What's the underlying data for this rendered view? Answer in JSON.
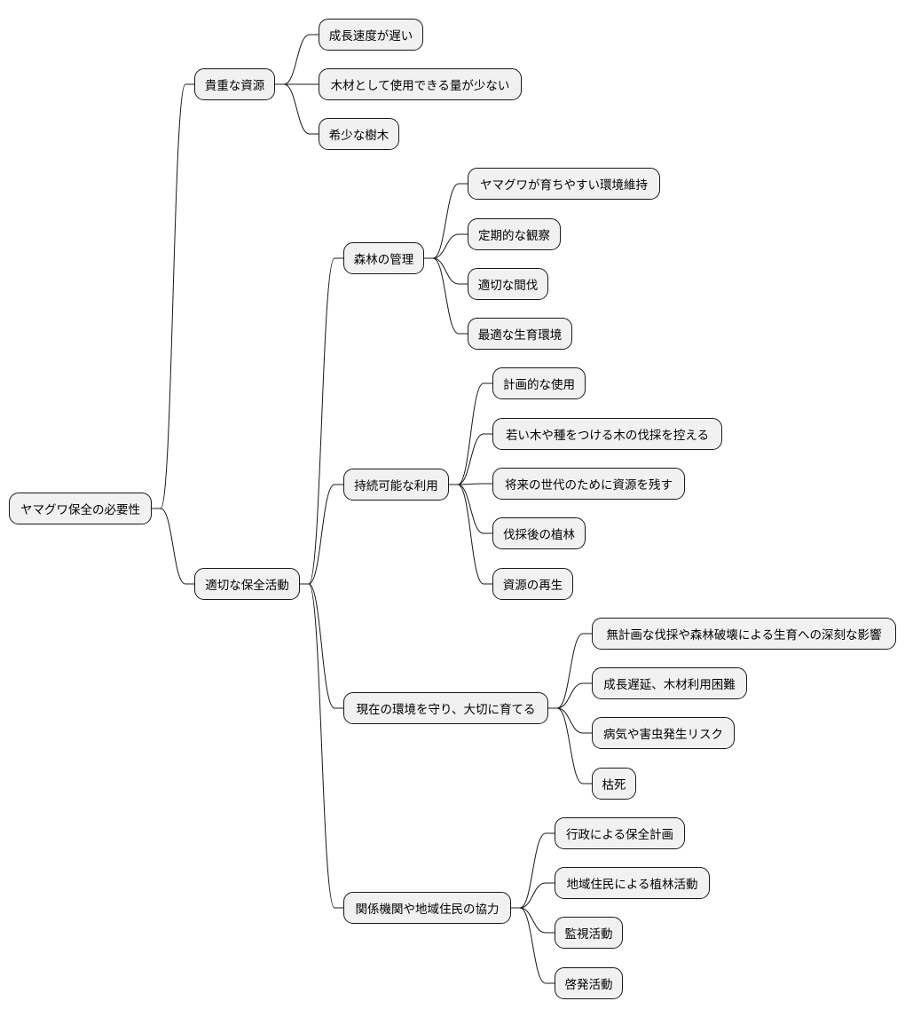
{
  "mindmap": {
    "root": "ヤマグワ保全の必要性",
    "branches": {
      "valuable": {
        "label": "貴重な資源",
        "items": [
          "成長速度が遅い",
          "木材として使用できる量が少ない",
          "希少な樹木"
        ]
      },
      "conservation": {
        "label": "適切な保全活動",
        "forest": {
          "label": "森林の管理",
          "items": [
            "ヤマグワが育ちやすい環境維持",
            "定期的な観察",
            "適切な間伐",
            "最適な生育環境"
          ]
        },
        "sustainable": {
          "label": "持続可能な利用",
          "items": [
            "計画的な使用",
            "若い木や種をつける木の伐採を控える",
            "将来の世代のために資源を残す",
            "伐採後の植林",
            "資源の再生"
          ]
        },
        "environment": {
          "label": "現在の環境を守り、大切に育てる",
          "items": [
            "無計画な伐採や森林破壊による生育への深刻な影響",
            "成長遅延、木材利用困難",
            "病気や害虫発生リスク",
            "枯死"
          ]
        },
        "cooperation": {
          "label": "関係機関や地域住民の協力",
          "items": [
            "行政による保全計画",
            "地域住民による植林活動",
            "監視活動",
            "啓発活動"
          ]
        }
      }
    }
  }
}
